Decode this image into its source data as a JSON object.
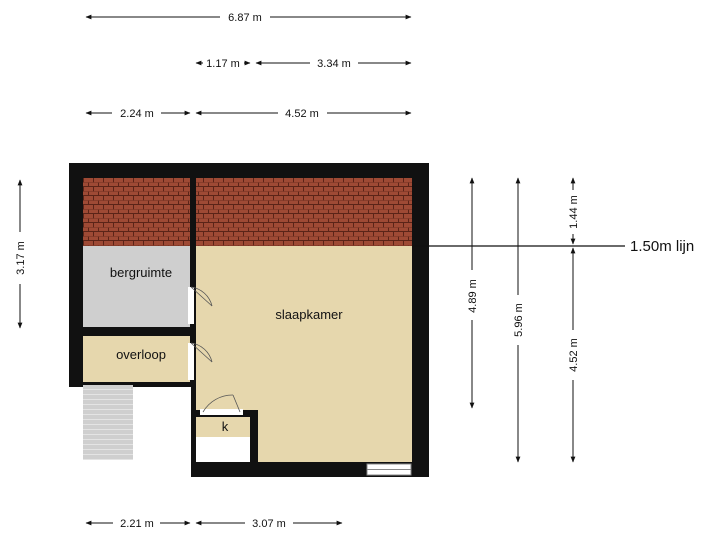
{
  "floorplan": {
    "dimensions": {
      "top_total": "6.87 m",
      "top_mid_left": "1.17 m",
      "top_mid_right": "3.34 m",
      "top_low_left": "2.24 m",
      "top_low_right": "4.52 m",
      "bottom_left": "2.21 m",
      "bottom_right": "3.07 m",
      "left_height": "3.17 m",
      "right_inner": "4.89 m",
      "right_outer": "5.96 m",
      "right_top": "1.44 m",
      "right_bottom": "4.52 m"
    },
    "rooms": {
      "storage": "bergruimte",
      "landing": "overloop",
      "bedroom": "slaapkamer",
      "closet": "k"
    },
    "height_line": {
      "label": "1.50m  lijn"
    },
    "colors": {
      "wall": "#111111",
      "roof": "#9e4a35",
      "roof_lines": "#5a2418",
      "bedroom_floor": "#e6d7ad",
      "storage_floor": "#cfcfcf",
      "landing_floor": "#e6d7ad",
      "stairs": "#cfcfcf"
    }
  }
}
